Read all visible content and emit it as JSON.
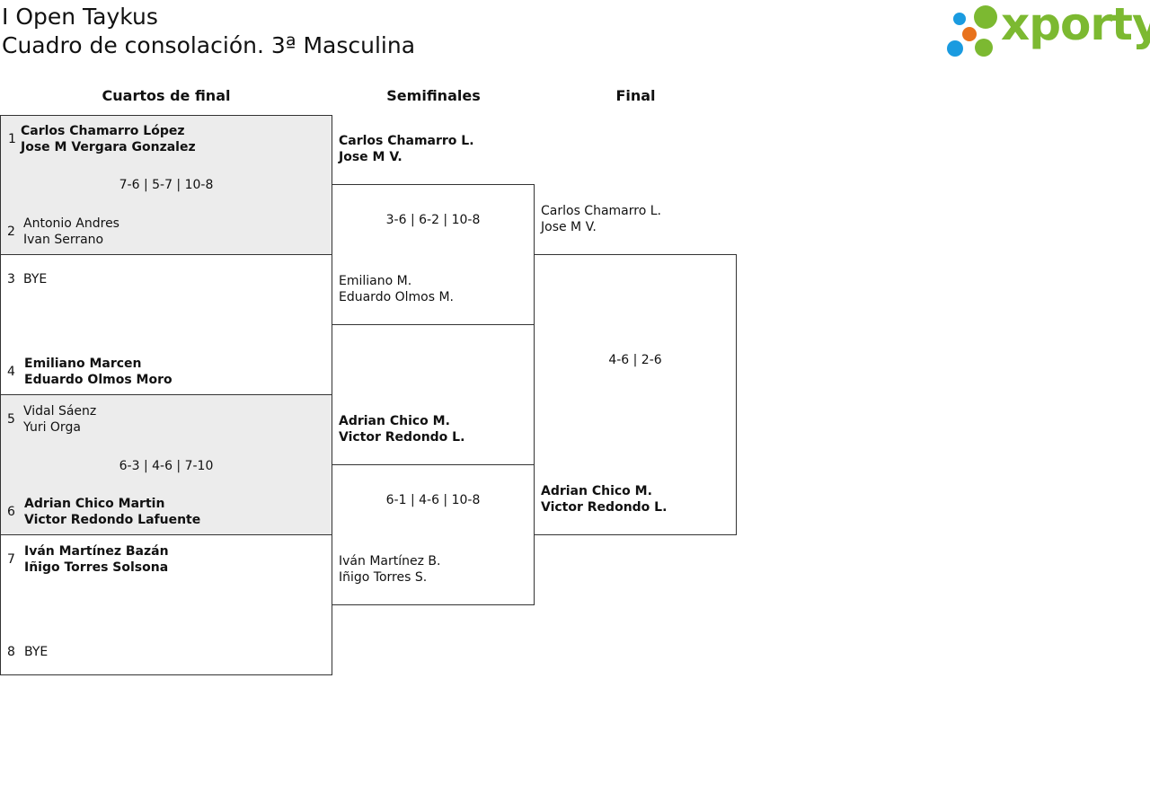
{
  "header": {
    "title": "I Open Taykus",
    "subtitle": "Cuadro de consolación. 3ª Masculina"
  },
  "logo": {
    "text": "xporty",
    "dot_colors": [
      "#1a9be0",
      "#e8721c",
      "#7cb931"
    ],
    "text_color": "#7cb931"
  },
  "rounds": {
    "quarterfinals": "Cuartos de final",
    "semifinals": "Semifinales",
    "final": "Final"
  },
  "quarterfinals": [
    {
      "score": "7-6 | 5-7 | 10-8",
      "top": {
        "seed": "1",
        "player1": "Carlos Chamarro López",
        "player2": "Jose M Vergara Gonzalez",
        "winner": true
      },
      "bottom": {
        "seed": "2",
        "player1": "Antonio Andres",
        "player2": "Ivan Serrano",
        "winner": false
      }
    },
    {
      "score": "",
      "top": {
        "seed": "3",
        "player1": "BYE",
        "player2": "",
        "winner": false
      },
      "bottom": {
        "seed": "4",
        "player1": "Emiliano Marcen",
        "player2": "Eduardo Olmos Moro",
        "winner": true
      }
    },
    {
      "score": "6-3 | 4-6 | 7-10",
      "top": {
        "seed": "5",
        "player1": "Vidal Sáenz",
        "player2": "Yuri Orga",
        "winner": false
      },
      "bottom": {
        "seed": "6",
        "player1": "Adrian Chico Martin",
        "player2": "Victor Redondo Lafuente",
        "winner": true
      }
    },
    {
      "score": "",
      "top": {
        "seed": "7",
        "player1": "Iván Martínez Bazán",
        "player2": "Iñigo Torres Solsona",
        "winner": true
      },
      "bottom": {
        "seed": "8",
        "player1": "BYE",
        "player2": "",
        "winner": false
      }
    }
  ],
  "semifinals": [
    {
      "score": "3-6 | 6-2 | 10-8",
      "top": {
        "player1": "Carlos Chamarro L.",
        "player2": "Jose M V.",
        "winner": true
      },
      "bottom": {
        "player1": "Emiliano M.",
        "player2": "Eduardo Olmos M.",
        "winner": false
      }
    },
    {
      "score": "6-1 | 4-6 | 10-8",
      "top": {
        "player1": "Adrian Chico M.",
        "player2": "Victor Redondo L.",
        "winner": true
      },
      "bottom": {
        "player1": "Iván Martínez B.",
        "player2": "Iñigo Torres S.",
        "winner": false
      }
    }
  ],
  "final": {
    "score": "4-6 | 2-6",
    "top": {
      "player1": "Carlos Chamarro L.",
      "player2": "Jose M V.",
      "winner": false
    },
    "bottom": {
      "player1": "Adrian Chico M.",
      "player2": "Victor Redondo L.",
      "winner": true
    }
  }
}
